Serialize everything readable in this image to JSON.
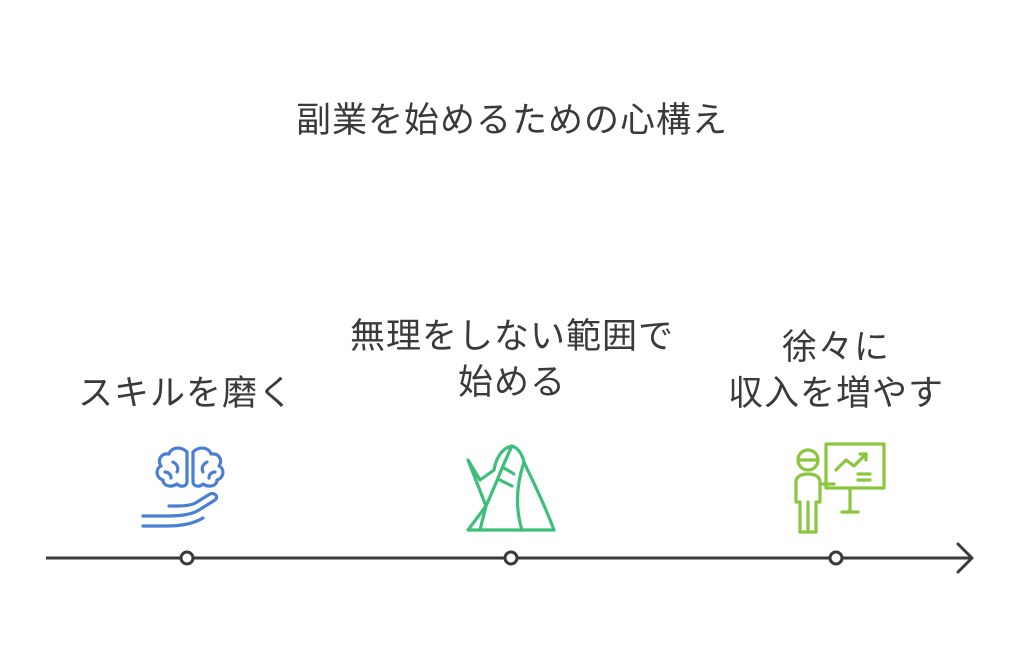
{
  "title": "副業を始めるための心構え",
  "steps": [
    {
      "lines": [
        "スキルを磨く"
      ],
      "icon": "brain-hand-icon",
      "color": "#4a7fd4"
    },
    {
      "lines": [
        "無理をしない範囲で",
        "始める"
      ],
      "icon": "sneaker-icon",
      "color": "#3dbf7a"
    },
    {
      "lines": [
        "徐々に",
        "収入を増やす"
      ],
      "icon": "presentation-growth-icon",
      "color": "#8cc63f"
    }
  ],
  "colors": {
    "text": "#3a3a3a",
    "axis": "#3a3a3a"
  }
}
